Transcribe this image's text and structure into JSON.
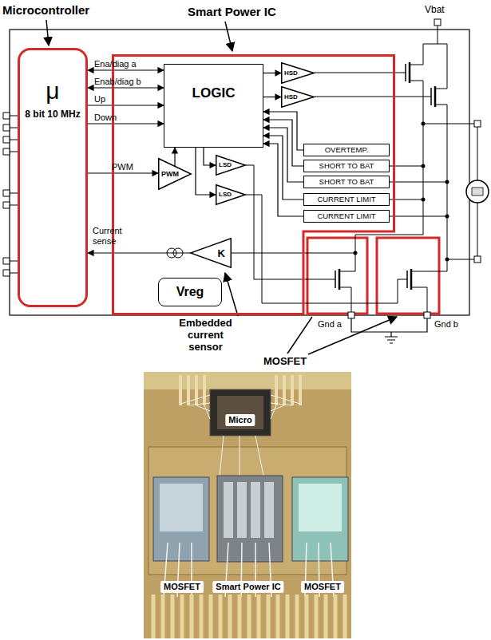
{
  "diagram": {
    "nodes": [
      {
        "text": [
          "μ",
          "8 bit 10 MHz"
        ]
      },
      {
        "text": [
          "Smart Power IC"
        ]
      },
      {
        "text": [
          "LOGIC"
        ],
        "in": 1
      },
      {
        "text": [
          "HSD"
        ],
        "in": 1
      },
      {
        "text": [
          "HSD"
        ],
        "in": 1
      },
      {
        "text": [
          "OVERTEMP."
        ],
        "in": 1
      },
      {
        "text": [
          "SHORT TO BAT"
        ],
        "in": 1
      },
      {
        "text": [
          "SHORT TO BAT"
        ],
        "in": 1
      },
      {
        "text": [
          "PWM"
        ],
        "in": 1
      },
      {
        "text": [
          "LSD"
        ],
        "in": 1
      },
      {
        "text": [
          "LSD"
        ],
        "in": 1
      },
      {
        "text": [
          "CURRENT LIMIT"
        ],
        "in": 1
      },
      {
        "text": [
          "CURRENT LIMIT"
        ],
        "in": 1
      },
      {
        "text": [
          "K"
        ],
        "in": 1
      },
      {
        "text": [
          "Vreg"
        ],
        "in": 1
      }
    ],
    "edges": [
      {
        "from": 0,
        "to": 2,
        "label": "Ena/diag a",
        "arrow": "both"
      },
      {
        "from": 0,
        "to": 2,
        "label": "Enab/diag b",
        "arrow": "both"
      },
      {
        "from": 0,
        "to": 2,
        "label": "Up",
        "arrow": "to"
      },
      {
        "from": 0,
        "to": 2,
        "label": "Down",
        "arrow": "to"
      },
      {
        "from": 0,
        "to": 8,
        "label": "PWM",
        "arrow": "to"
      },
      {
        "from": 13,
        "to": 0,
        "label": "Current sense",
        "arrow": "to"
      },
      {
        "from": 2,
        "to": 3,
        "arrow": "to"
      },
      {
        "from": 2,
        "to": 4,
        "arrow": "to"
      },
      {
        "from": 2,
        "to": 9,
        "arrow": "to"
      },
      {
        "from": 2,
        "to": 10,
        "arrow": "to"
      },
      {
        "from": 5,
        "to": 2,
        "arrow": "to"
      },
      {
        "from": 6,
        "to": 2,
        "arrow": "to"
      },
      {
        "from": 7,
        "to": 2,
        "arrow": "to"
      },
      {
        "from": 11,
        "to": 2,
        "arrow": "to"
      },
      {
        "from": 12,
        "to": 2,
        "arrow": "to"
      },
      {
        "from": 8,
        "to": 2,
        "arrow": "to"
      }
    ],
    "labels": [
      "Microcontroller",
      "Vbat",
      "Embedded current sensor",
      "MOSFET",
      "Gnd a",
      "Gnd b",
      "Micro",
      "MOSFET",
      "Smart Power IC",
      "MOSFET"
    ]
  }
}
